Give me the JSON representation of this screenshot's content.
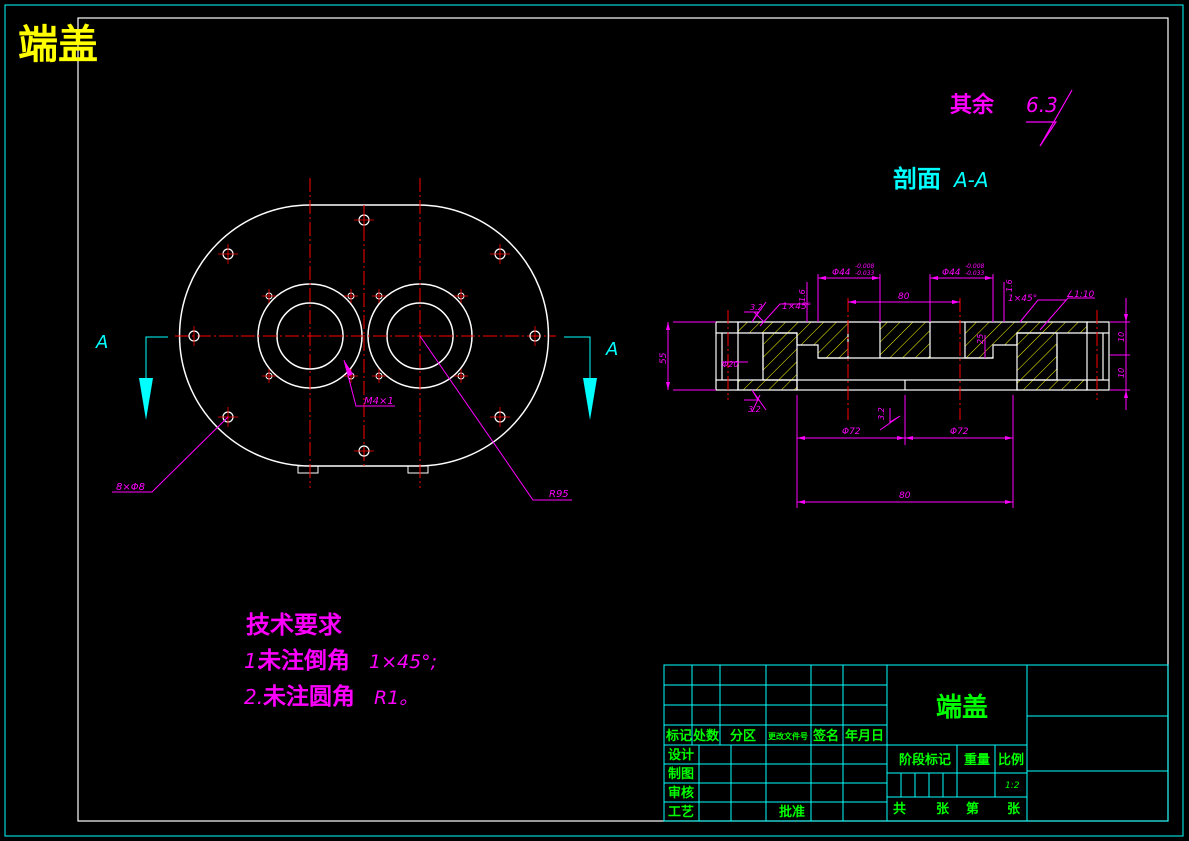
{
  "title": "端盖",
  "colors": {
    "frame": "#00ffff",
    "outline": "#ffffff",
    "center": "#ff0000",
    "dim": "#ff00ff",
    "hatch": "#ffff00",
    "title": "#ffff00",
    "table_text": "#00ff00"
  },
  "roughness": {
    "label": "其余",
    "value": "6.3"
  },
  "section": {
    "label": "剖面",
    "name": "A-A"
  },
  "arrow_labels": {
    "left": "A",
    "right": "A"
  },
  "front_view": {
    "hole_count": "8×Φ8",
    "thread": "M4×1",
    "radius": "R95"
  },
  "section_view": {
    "dia_top_left": "Φ44",
    "dia_top_left_tol_up": "-0.008",
    "dia_top_left_tol_dn": "-0.033",
    "dia_top_right": "Φ44",
    "dia_top_right_tol_up": "-0.008",
    "dia_top_right_tol_dn": "-0.033",
    "dim_80_top": "80",
    "dim_16_left": "1.6",
    "dim_16_right": "1.6",
    "chamfer_left": "1×45°",
    "chamfer_right": "1×45°",
    "taper": "∠1:10",
    "rough_left_top": "3.2",
    "rough_left_bottom": "3.2",
    "rough_mid": "3.2",
    "dim_55": "55",
    "dia_20": "Φ20",
    "dim_25": "25",
    "dim_10_top": "10",
    "dim_10_bottom": "10",
    "dia_72_left": "Φ72",
    "dia_72_right": "Φ72",
    "dim_80_bottom": "80"
  },
  "tech_req": {
    "title": "技术要求",
    "line1_num": "1.",
    "line1_text": "未注倒角",
    "line1_val": "1×45°;",
    "line2_num": "2.",
    "line2_text": "未注圆角",
    "line2_val": "R1。"
  },
  "title_block": {
    "part_name": "端盖",
    "headers": [
      "标记",
      "处数",
      "分区",
      "更改文件号",
      "签名",
      "年月日"
    ],
    "rows": [
      "设计",
      "制图",
      "审核",
      "工艺"
    ],
    "approve": "批准",
    "stage_mark": "阶段标记",
    "weight": "重量",
    "scale": "比例",
    "scale_value": "1:2",
    "sheets_total": "共",
    "sheets_unit1": "张",
    "sheet_no": "第",
    "sheets_unit2": "张"
  }
}
